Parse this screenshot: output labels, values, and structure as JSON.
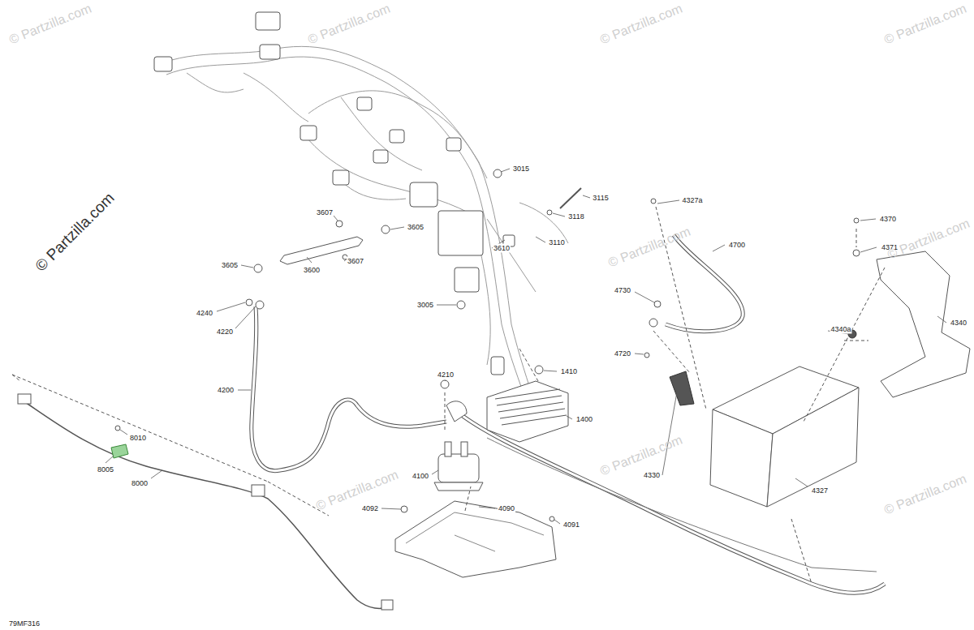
{
  "diagram": {
    "labels": [
      "3015",
      "3115",
      "3118",
      "3110",
      "3610",
      "3607",
      "3605",
      "3605",
      "3600",
      "3607",
      "4327a",
      "4370",
      "4371",
      "4700",
      "4730",
      "4720",
      "4340a",
      "4340",
      "3005",
      "4240",
      "4220",
      "1410",
      "4200",
      "4210",
      "1400",
      "4330",
      "8010",
      "8005",
      "8000",
      "4100",
      "4327",
      "4092",
      "4090",
      "4091",
      "79MF316",
      "© Partzilla.com",
      "© Partzilla.com",
      "© Partzilla.com",
      "© Partzilla.com",
      "© Partzilla.com",
      "© Partzilla.com",
      "© Partzilla.com",
      "© Partzilla.com",
      "© Partzilla.com",
      "© Partzilla.com"
    ]
  }
}
